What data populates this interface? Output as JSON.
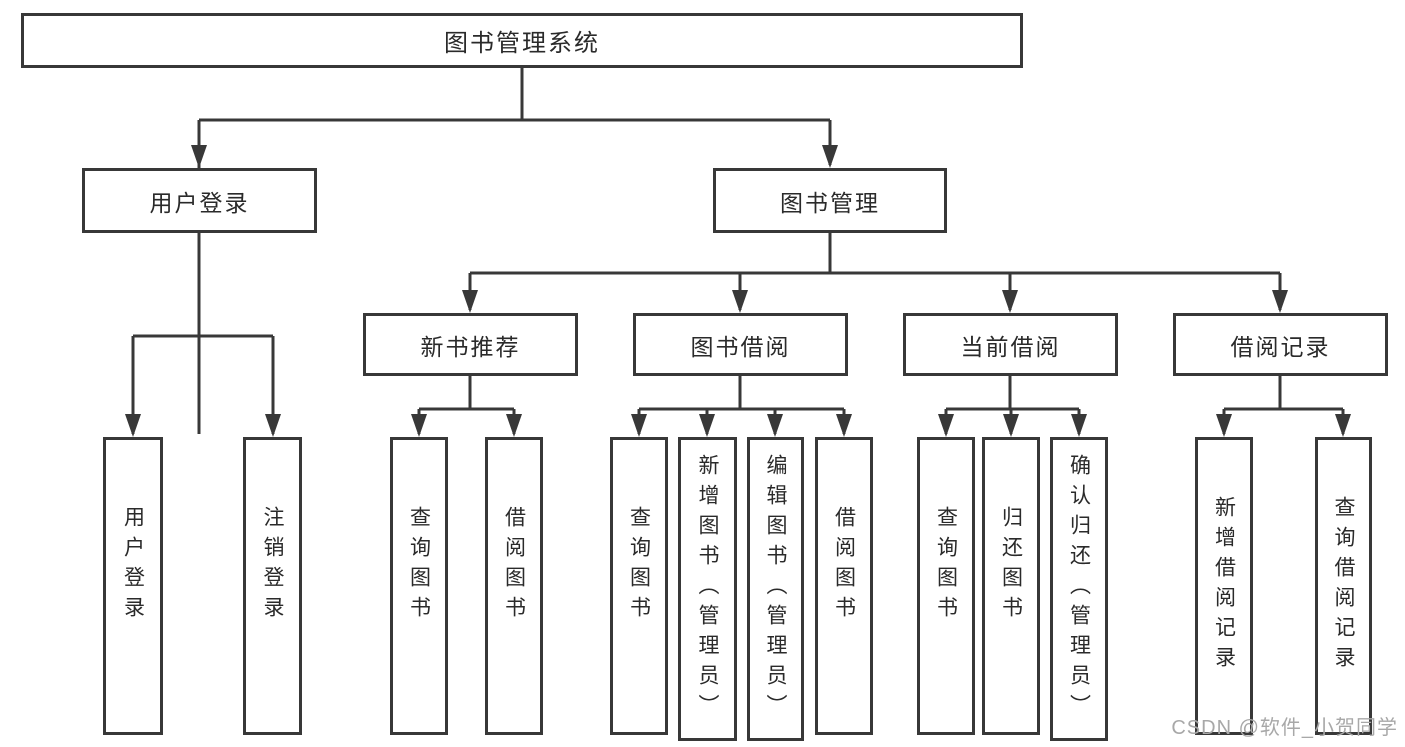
{
  "tree": {
    "label": "图书管理系统",
    "children": [
      {
        "label": "用户登录",
        "children": [
          {
            "label": "用户登录"
          },
          {
            "label": "注销登录"
          }
        ]
      },
      {
        "label": "图书管理",
        "children": [
          {
            "label": "新书推荐",
            "children": [
              {
                "label": "查询图书"
              },
              {
                "label": "借阅图书"
              }
            ]
          },
          {
            "label": "图书借阅",
            "children": [
              {
                "label": "查询图书"
              },
              {
                "label": "新增图书（管理员）"
              },
              {
                "label": "编辑图书（管理员）"
              },
              {
                "label": "借阅图书"
              }
            ]
          },
          {
            "label": "当前借阅",
            "children": [
              {
                "label": "查询图书"
              },
              {
                "label": "归还图书"
              },
              {
                "label": "确认归还（管理员）"
              }
            ]
          },
          {
            "label": "借阅记录",
            "children": [
              {
                "label": "新增借阅记录"
              },
              {
                "label": "查询借阅记录"
              }
            ]
          }
        ]
      }
    ]
  },
  "watermark": "CSDN @软件_小贺同学",
  "colors": {
    "line": "#383838",
    "box_border": "#383838",
    "text": "#2a2a2a",
    "watermark": "#a8a8a8",
    "background": "#ffffff"
  }
}
